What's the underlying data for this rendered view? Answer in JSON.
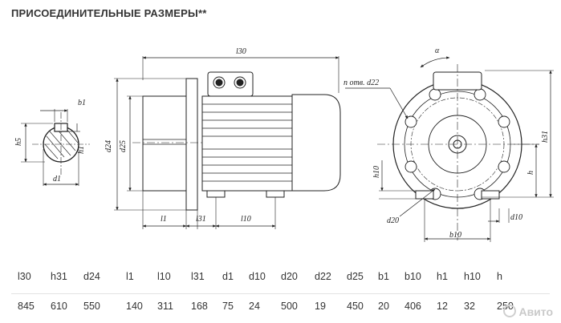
{
  "title": "ПРИСОЕДИНИТЕЛЬНЫЕ РАЗМЕРЫ**",
  "drawing_labels": {
    "l30": "l30",
    "alpha": "α",
    "holes": "n отв. d22",
    "b1": "b1",
    "h5": "h5",
    "h1": "h1",
    "d1": "d1",
    "d24": "d24",
    "d25": "d25",
    "l1": "l1",
    "l31": "l31",
    "l10": "l10",
    "h31": "h31",
    "h": "h",
    "h10": "h10",
    "d20": "d20",
    "b10": "b10",
    "d10": "d10"
  },
  "table": {
    "headers": [
      "l30",
      "h31",
      "d24",
      "l1",
      "l10",
      "l31",
      "d1",
      "d10",
      "d20",
      "d22",
      "d25",
      "b1",
      "b10",
      "h1",
      "h10",
      "h"
    ],
    "values": [
      "845",
      "610",
      "550",
      "140",
      "311",
      "168",
      "75",
      "24",
      "500",
      "19",
      "450",
      "20",
      "406",
      "12",
      "32",
      "250"
    ]
  },
  "watermark": "Авито"
}
